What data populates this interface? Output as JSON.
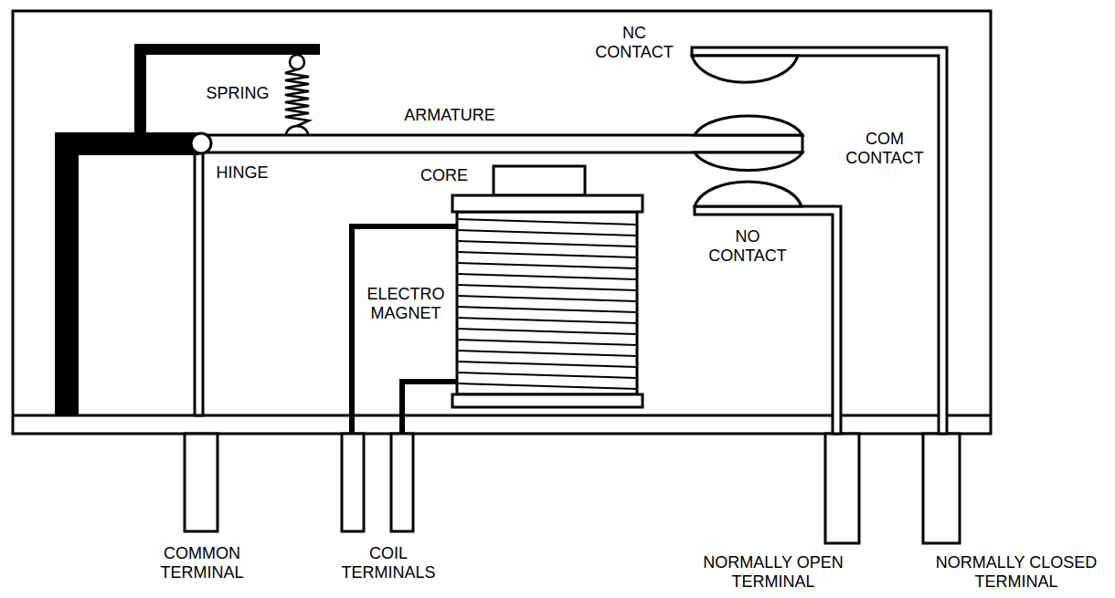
{
  "diagram": {
    "labels": [
      "NC CONTACT",
      "SPRING",
      "ARMATURE",
      "COM CONTACT",
      "HINGE",
      "CORE",
      "NO CONTACT",
      "ELECTRO MAGNET",
      "COMMON TERMINAL",
      "COIL TERMINALS",
      "NORMALLY OPEN TERMINAL",
      "NORMALLY CLOSED TERMINAL"
    ]
  }
}
